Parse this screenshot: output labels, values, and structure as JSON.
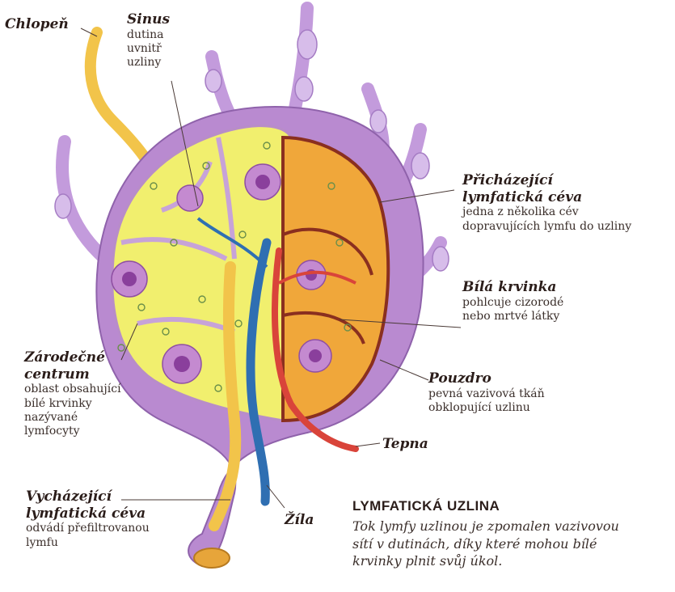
{
  "labels": {
    "chlopen": {
      "title": "Chlopeň"
    },
    "sinus": {
      "title": "Sinus",
      "lines": [
        "dutina",
        "uvnitř",
        "uzliny"
      ]
    },
    "prichazejici": {
      "title_lines": [
        "Přicházející",
        "lymfatická céva"
      ],
      "lines": [
        "jedna z několika cév",
        "dopravujících lymfu do uzliny"
      ]
    },
    "bila_krvinka": {
      "title": "Bílá krvinka",
      "lines": [
        "pohlcuje cizorodé",
        "nebo mrtvé látky"
      ]
    },
    "zarodecne": {
      "title_lines": [
        "Zárodečné",
        "centrum"
      ],
      "lines": [
        "oblast obsahující",
        "bílé krvinky",
        "nazývané",
        "lymfocyty"
      ]
    },
    "pouzdro": {
      "title": "Pouzdro",
      "lines": [
        "pevná vazivová tkáň",
        "obklopující uzlinu"
      ]
    },
    "tepna": {
      "title": "Tepna"
    },
    "vychazejici": {
      "title_lines": [
        "Vycházející",
        "lymfatická céva"
      ],
      "lines": [
        "odvádí přefiltrovanou",
        "lymfu"
      ]
    },
    "zila": {
      "title": "Žíla"
    }
  },
  "caption": {
    "title": "LYMFATICKÁ UZLINA",
    "lines": [
      "Tok lymfy uzlinou je zpomalen vazivovou",
      "sítí v dutinách, díky které mohou bílé",
      "krvinky plnit svůj úkol."
    ]
  },
  "colors": {
    "capsule": "#b98ad0",
    "node_fill": "#f1ef6e",
    "orange_half": "#f0a73a",
    "artery": "#d9443a",
    "vein": "#2f6fb2",
    "lymph_vessel": "#f2c44a",
    "germinal_center": "#a85ab8"
  }
}
